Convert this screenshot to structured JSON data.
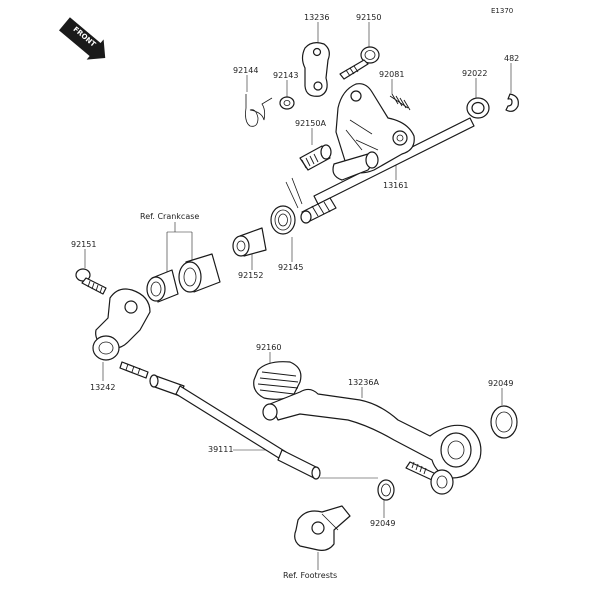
{
  "diagram_code": "E1370",
  "front_badge": "FRONT",
  "labels": {
    "p13236": "13236",
    "p92150": "92150",
    "p92144": "92144",
    "p92143": "92143",
    "p92081": "92081",
    "p92022": "92022",
    "p482": "482",
    "p92150A": "92150A",
    "p13161": "13161",
    "ref_crankcase": "Ref. Crankcase",
    "p92151": "92151",
    "p92152": "92152",
    "p92145": "92145",
    "p13242": "13242",
    "p92160": "92160",
    "p13236A": "13236A",
    "p92049a": "92049",
    "p39111": "39111",
    "p92049b": "92049",
    "ref_footrests": "Ref. Footrests"
  }
}
